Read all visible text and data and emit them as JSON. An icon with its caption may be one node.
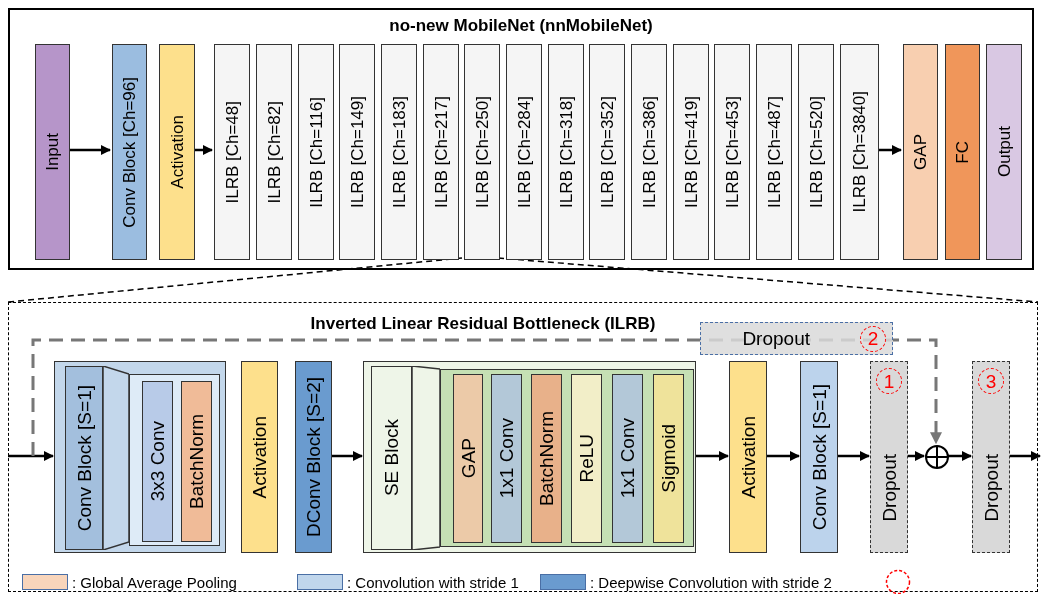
{
  "diagram": {
    "nodes": [
      {
        "text": [
          "no-new MobileNet (nnMobileNet)"
        ]
      },
      {
        "text": [
          "Input"
        ],
        "in": 0
      },
      {
        "text": [
          "Conv Block [Ch=96]"
        ],
        "in": 0
      },
      {
        "text": [
          "Activation"
        ],
        "in": 0
      },
      {
        "text": [
          "ILRB [Ch=48]"
        ],
        "in": 0
      },
      {
        "text": [
          "ILRB [Ch=82]"
        ],
        "in": 0
      },
      {
        "text": [
          "ILRB [Ch=116]"
        ],
        "in": 0
      },
      {
        "text": [
          "ILRB [Ch=149]"
        ],
        "in": 0
      },
      {
        "text": [
          "ILRB [Ch=183]"
        ],
        "in": 0
      },
      {
        "text": [
          "ILRB [Ch=217]"
        ],
        "in": 0
      },
      {
        "text": [
          "ILRB [Ch=250]"
        ],
        "in": 0
      },
      {
        "text": [
          "ILRB [Ch=284]"
        ],
        "in": 0
      },
      {
        "text": [
          "ILRB [Ch=318]"
        ],
        "in": 0
      },
      {
        "text": [
          "ILRB [Ch=352]"
        ],
        "in": 0
      },
      {
        "text": [
          "ILRB [Ch=386]"
        ],
        "in": 0
      },
      {
        "text": [
          "ILRB [Ch=419]"
        ],
        "in": 0
      },
      {
        "text": [
          "ILRB [Ch=453]"
        ],
        "in": 0
      },
      {
        "text": [
          "ILRB [Ch=487]"
        ],
        "in": 0
      },
      {
        "text": [
          "ILRB [Ch=520]"
        ],
        "in": 0
      },
      {
        "text": [
          "ILRB [Ch=3840]"
        ],
        "in": 0
      },
      {
        "text": [
          "GAP"
        ],
        "in": 0
      },
      {
        "text": [
          "FC"
        ],
        "in": 0
      },
      {
        "text": [
          "Output"
        ],
        "in": 0
      },
      {
        "text": [
          "Inverted Linear Residual Bottleneck (ILRB)"
        ]
      },
      {
        "text": [],
        "shape": "box",
        "in": 23
      },
      {
        "text": [
          "Conv Block [S=1]"
        ],
        "in": 24
      },
      {
        "text": [],
        "shape": "box",
        "in": 24
      },
      {
        "text": [
          "3x3 Conv"
        ],
        "in": 26
      },
      {
        "text": [
          "BatchNorm"
        ],
        "in": 26
      },
      {
        "text": [
          "Activation"
        ],
        "in": 23
      },
      {
        "text": [
          "DConv Block [S=2]"
        ],
        "in": 23
      },
      {
        "text": [],
        "shape": "box",
        "in": 23
      },
      {
        "text": [
          "SE Block"
        ],
        "in": 31
      },
      {
        "text": [],
        "shape": "box",
        "in": 31
      },
      {
        "text": [
          "GAP"
        ],
        "in": 33
      },
      {
        "text": [
          "1x1 Conv"
        ],
        "in": 33
      },
      {
        "text": [
          "BatchNorm"
        ],
        "in": 33
      },
      {
        "text": [
          "ReLU"
        ],
        "in": 33
      },
      {
        "text": [
          "1x1 Conv"
        ],
        "in": 33
      },
      {
        "text": [
          "Sigmoid"
        ],
        "in": 33
      },
      {
        "text": [
          "Activation"
        ],
        "in": 23
      },
      {
        "text": [
          "Conv Block [S=1]"
        ],
        "in": 23
      },
      {
        "text": [
          "1",
          "Dropout"
        ],
        "in": 23
      },
      {
        "text": [
          "Dropout",
          "2"
        ],
        "in": 23
      },
      {
        "text": [],
        "shape": "circle",
        "in": 23
      },
      {
        "text": [
          "3",
          "Dropout"
        ],
        "in": 23
      }
    ],
    "edges": [
      {
        "from": 1,
        "to": 2,
        "arrow": "to"
      },
      {
        "from": 3,
        "to": 4,
        "arrow": "to"
      },
      {
        "from": 19,
        "to": 20,
        "arrow": "to"
      },
      {
        "from": 10,
        "to": 23,
        "arrow": "none",
        "style": "dashed"
      },
      {
        "from": 10,
        "to": 23,
        "arrow": "none",
        "style": "dashed"
      },
      {
        "from": null,
        "to": 24,
        "arrow": "to"
      },
      {
        "from": 30,
        "to": 31,
        "arrow": "to"
      },
      {
        "from": 31,
        "to": 40,
        "arrow": "to"
      },
      {
        "from": 40,
        "to": 41,
        "arrow": "to"
      },
      {
        "from": 41,
        "to": 42,
        "arrow": "to"
      },
      {
        "from": 42,
        "to": 44,
        "arrow": "to"
      },
      {
        "from": 44,
        "to": 45,
        "arrow": "to"
      },
      {
        "from": 45,
        "to": null,
        "arrow": "to"
      },
      {
        "from": null,
        "to": 44,
        "arrow": "to",
        "style": "dashed",
        "color": "#777777"
      }
    ],
    "legend": [
      {
        "text": ": Global Average Pooling",
        "color": "#f8d5bb"
      },
      {
        "text": ": Convolution with stride 1",
        "color": "#c0d6ec"
      },
      {
        "text": ": Deepwise Convolution with stride 2",
        "color": "#6a9bcf"
      }
    ]
  }
}
